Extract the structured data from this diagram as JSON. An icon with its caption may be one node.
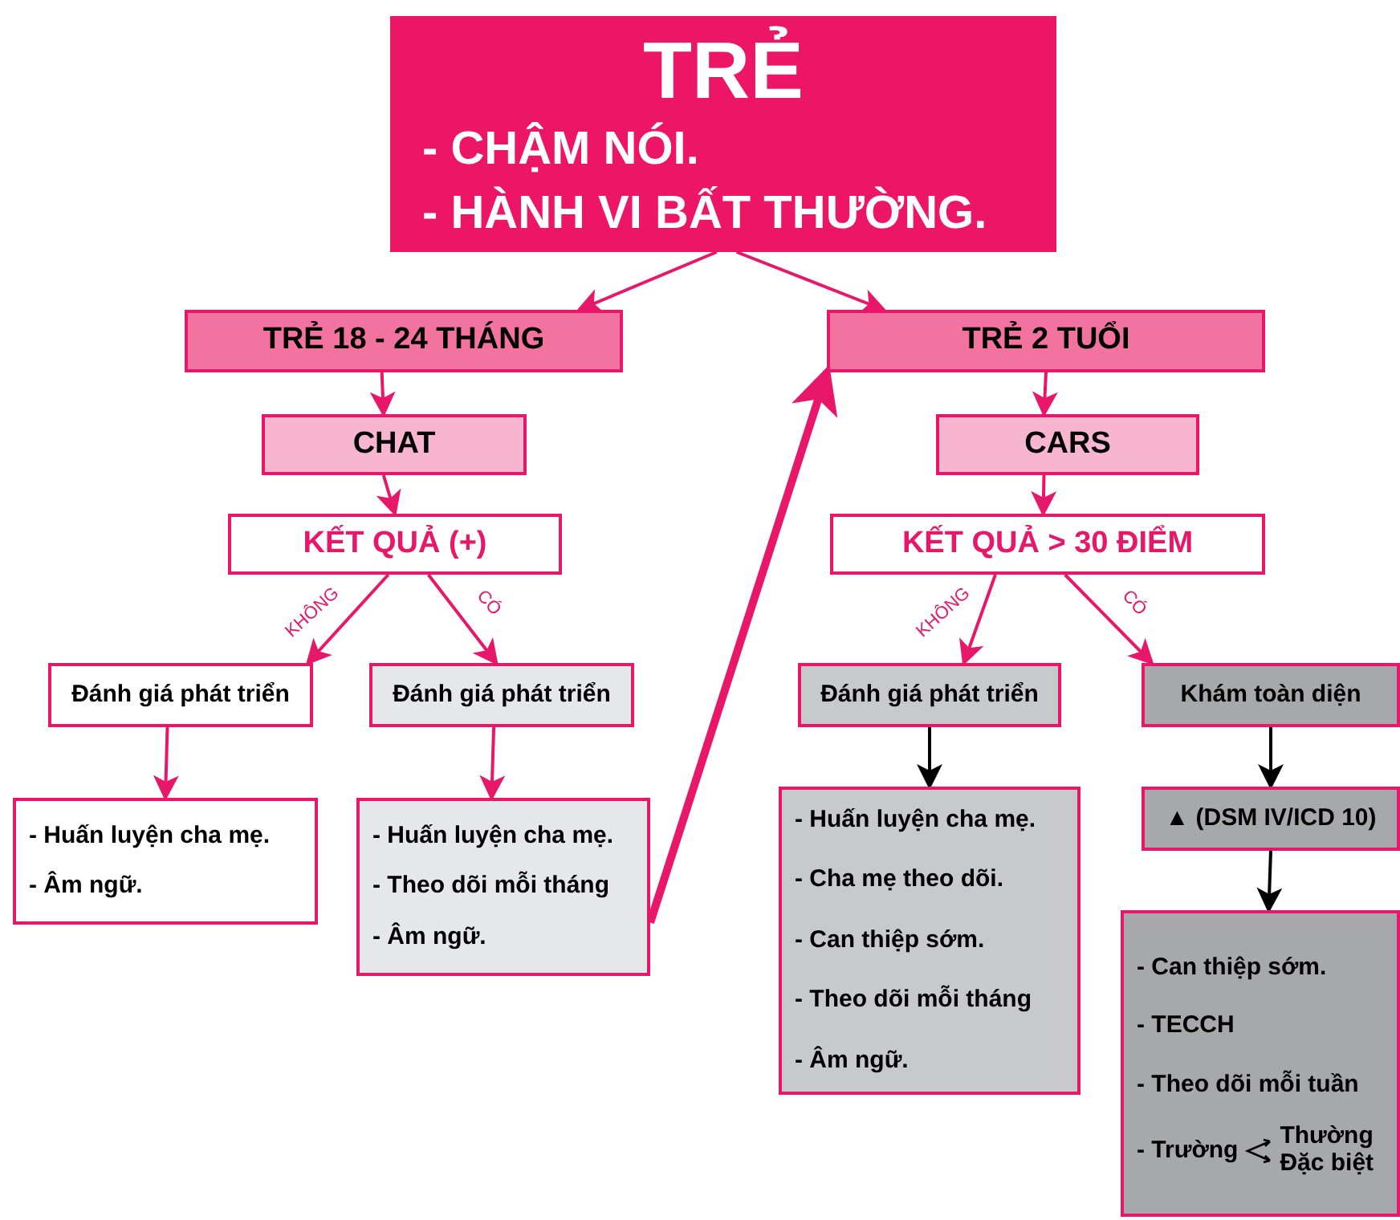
{
  "diagram": {
    "nodes": [
      {
        "text": [
          "TRẺ",
          "- CHẬM NÓI.",
          "- HÀNH VI BẤT THƯỜNG."
        ]
      },
      {
        "text": [
          "TRẺ 18 - 24 THÁNG"
        ]
      },
      {
        "text": [
          "TRẺ 2 TUỔI"
        ]
      },
      {
        "text": [
          "CHAT"
        ]
      },
      {
        "text": [
          "KẾT QUẢ (+)"
        ]
      },
      {
        "text": [
          "Đánh giá phát triển"
        ]
      },
      {
        "text": [
          "Đánh giá phát triển"
        ]
      },
      {
        "text": [
          "- Huấn luyện cha mẹ.",
          "- Âm ngữ."
        ]
      },
      {
        "text": [
          "- Huấn luyện cha mẹ.",
          "- Theo dõi mỗi tháng",
          "- Âm ngữ."
        ]
      },
      {
        "text": [
          "CARS"
        ]
      },
      {
        "text": [
          "KẾT QUẢ > 30 ĐIỂM"
        ]
      },
      {
        "text": [
          "Đánh giá phát triển"
        ]
      },
      {
        "text": [
          "Khám toàn diện"
        ]
      },
      {
        "text": [
          "▲ (DSM IV/ICD 10)"
        ]
      },
      {
        "text": [
          "- Huấn luyện cha mẹ.",
          "- Cha mẹ theo dõi.",
          "- Can thiệp sớm.",
          "- Theo dõi mỗi tháng",
          "- Âm ngữ."
        ]
      },
      {
        "text": [
          "- Can thiệp sớm.",
          "- TECCH",
          "- Theo dõi mỗi tuần",
          "- Trường",
          "Thường",
          "Đặc biệt"
        ]
      }
    ],
    "edges": [
      {
        "from": 0,
        "to": 1,
        "arrow": "to"
      },
      {
        "from": 0,
        "to": 2,
        "arrow": "to"
      },
      {
        "from": 1,
        "to": 3,
        "arrow": "to"
      },
      {
        "from": 3,
        "to": 4,
        "arrow": "to"
      },
      {
        "from": 4,
        "to": 5,
        "arrow": "to",
        "label": "KHÔNG"
      },
      {
        "from": 4,
        "to": 6,
        "arrow": "to",
        "label": "CÓ"
      },
      {
        "from": 5,
        "to": 7,
        "arrow": "to"
      },
      {
        "from": 6,
        "to": 8,
        "arrow": "to"
      },
      {
        "from": 2,
        "to": 9,
        "arrow": "to"
      },
      {
        "from": 9,
        "to": 10,
        "arrow": "to"
      },
      {
        "from": 10,
        "to": 11,
        "arrow": "to",
        "label": "KHÔNG"
      },
      {
        "from": 10,
        "to": 12,
        "arrow": "to",
        "label": "CÓ"
      },
      {
        "from": 11,
        "to": 14,
        "arrow": "to",
        "color": "#000000"
      },
      {
        "from": 12,
        "to": 13,
        "arrow": "to",
        "color": "#000000"
      },
      {
        "from": 13,
        "to": 15,
        "arrow": "to",
        "color": "#000000"
      },
      {
        "from": 8,
        "to": 2,
        "arrow": "to",
        "style": "thick"
      }
    ]
  }
}
